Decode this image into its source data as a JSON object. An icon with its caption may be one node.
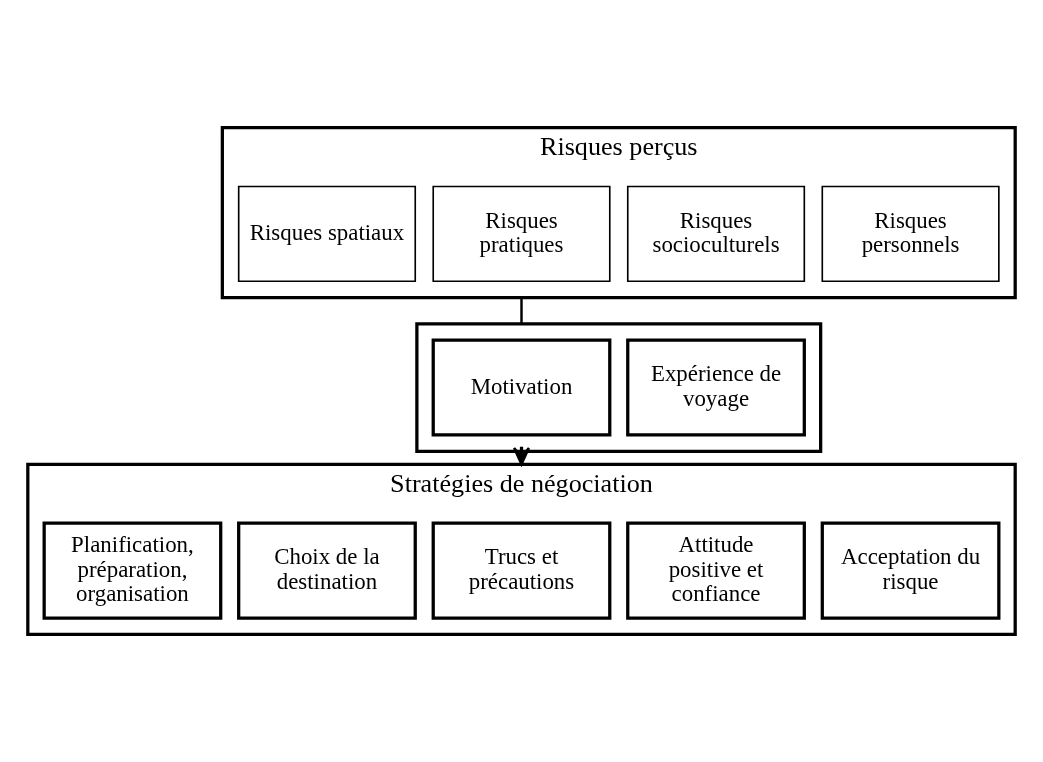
{
  "diagram": {
    "nodes": [
      {
        "text": [
          "Risques perçus"
        ]
      },
      {
        "text": [
          "Risques personnels"
        ],
        "in": 0
      },
      {
        "text": [
          "Risques socioculturels"
        ],
        "in": 0
      },
      {
        "text": [
          "Risques pratiques"
        ],
        "in": 0
      },
      {
        "text": [
          "Risques spatiaux"
        ],
        "in": 0
      },
      {
        "text": [],
        "shape": "box"
      },
      {
        "text": [
          "Expérience de voyage"
        ],
        "in": 5
      },
      {
        "text": [
          "Motivation"
        ],
        "in": 5
      },
      {
        "text": [
          "Stratégies de négociation"
        ]
      },
      {
        "text": [
          "Acceptation du risque"
        ],
        "in": 8
      },
      {
        "text": [
          "Attitude positive et confiance"
        ],
        "in": 8
      },
      {
        "text": [
          "Trucs et précautions"
        ],
        "in": 8
      },
      {
        "text": [
          "Choix de la destination"
        ],
        "in": 8
      },
      {
        "text": [
          "Planification, préparation, organisation"
        ],
        "in": 8
      }
    ],
    "edges": [
      {
        "from": 0,
        "to": 5,
        "arrow": "none"
      },
      {
        "from": 5,
        "to": 8,
        "arrow": "to"
      }
    ]
  }
}
